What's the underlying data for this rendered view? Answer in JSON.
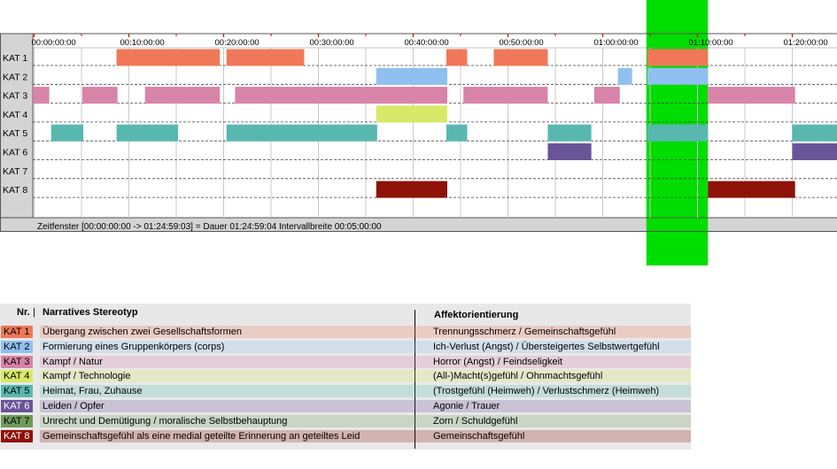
{
  "chart_data": {
    "type": "timeline",
    "x_unit": "minutes",
    "xlim": [
      0,
      85
    ],
    "x_ticks": [
      {
        "minute": 0,
        "label": "00:00:00:00"
      },
      {
        "minute": 10,
        "label": "00:10:00:00"
      },
      {
        "minute": 20,
        "label": "00:20:00:00"
      },
      {
        "minute": 30,
        "label": "00:30:00:00"
      },
      {
        "minute": 40,
        "label": "00:40:00:00"
      },
      {
        "minute": 50,
        "label": "00:50:00:00"
      },
      {
        "minute": 60,
        "label": "01:00:00:00"
      },
      {
        "minute": 70,
        "label": "01:10:00:00"
      },
      {
        "minute": 80,
        "label": "01:20:00:00"
      }
    ],
    "highlight": {
      "start": 64.6,
      "end": 71.1,
      "color": "#00dd00"
    },
    "categories": [
      {
        "label": "KAT 1",
        "color": "#f07858",
        "intervals": [
          [
            8.7,
            19.6
          ],
          [
            20.3,
            28.5
          ],
          [
            43.5,
            45.7
          ],
          [
            48.5,
            54.2
          ],
          [
            64.7,
            71.1
          ]
        ]
      },
      {
        "label": "KAT 2",
        "color": "#90c0f0",
        "intervals": [
          [
            36.1,
            43.6
          ],
          [
            61.6,
            63.1
          ],
          [
            64.7,
            71.1
          ]
        ]
      },
      {
        "label": "KAT 3",
        "color": "#d883a8",
        "intervals": [
          [
            -0.2,
            1.6
          ],
          [
            5.1,
            8.8
          ],
          [
            11.7,
            19.6
          ],
          [
            21.2,
            43.6
          ],
          [
            45.3,
            54.2
          ],
          [
            59.1,
            61.8
          ],
          [
            71.1,
            80.3
          ]
        ]
      },
      {
        "label": "KAT 4",
        "color": "#d8e868",
        "intervals": [
          [
            36.1,
            43.6
          ]
        ]
      },
      {
        "label": "KAT 5",
        "color": "#58b8b0",
        "intervals": [
          [
            1.8,
            5.2
          ],
          [
            8.7,
            15.2
          ],
          [
            20.3,
            36.2
          ],
          [
            43.5,
            45.7
          ],
          [
            54.2,
            58.8
          ],
          [
            64.7,
            71.1
          ],
          [
            80.0,
            85.0
          ]
        ]
      },
      {
        "label": "KAT 6",
        "color": "#6a5498",
        "intervals": [
          [
            54.2,
            58.8
          ],
          [
            80.0,
            85.0
          ]
        ]
      },
      {
        "label": "KAT 7",
        "color": "#6e9a5a",
        "intervals": []
      },
      {
        "label": "KAT 8",
        "color": "#8e1208",
        "intervals": [
          [
            36.1,
            43.6
          ],
          [
            71.1,
            80.3
          ]
        ]
      }
    ],
    "footer_text": "Zeitfenster [00:00:00:00 -> 01:24:59:03] = Dauer 01:24:59:04     Intervallbreite 00:05:00:00"
  },
  "legend": {
    "header_nr": "Nr.",
    "header_stereotype": "Narratives Stereotyp",
    "header_affect": "Affektorientierung",
    "rows": [
      {
        "nr": "KAT 1",
        "color": "#f07858",
        "text_color": "#000000",
        "stereotype": "Übergang zwischen zwei Gesellschaftsformen",
        "affect": "Trennungsschmerz / Gemeinschaftsgefühl"
      },
      {
        "nr": "KAT 2",
        "color": "#90c0f0",
        "text_color": "#000000",
        "stereotype": "Formierung eines Gruppenkörpers (corps)",
        "affect": "Ich-Verlust (Angst) / Übersteigertes Selbstwertgefühl"
      },
      {
        "nr": "KAT 3",
        "color": "#d883a8",
        "text_color": "#000000",
        "stereotype": "Kampf / Natur",
        "affect": "Horror (Angst) / Feindseligkeit"
      },
      {
        "nr": "KAT 4",
        "color": "#d8e868",
        "text_color": "#000000",
        "stereotype": "Kampf / Technologie",
        "affect": "(All-)Macht(s)gefühl / Ohnmachtsgefühl"
      },
      {
        "nr": "KAT 5",
        "color": "#58b8b0",
        "text_color": "#000000",
        "stereotype": "Heimat, Frau, Zuhause",
        "affect": "(Trostgefühl (Heimweh) / Verlustschmerz (Heimweh)"
      },
      {
        "nr": "KAT 6",
        "color": "#6a5498",
        "text_color": "#ffffff",
        "stereotype": "Leiden / Opfer",
        "affect": "Agonie / Trauer"
      },
      {
        "nr": "KAT 7",
        "color": "#6e9a5a",
        "text_color": "#000000",
        "stereotype": "Unrecht und Demütigung / moralische Selbstbehauptung",
        "affect": "Zorn / Schuldgefühl"
      },
      {
        "nr": "KAT 8",
        "color": "#8e1208",
        "text_color": "#ffffff",
        "stereotype": "Gemeinschaftsgefühl als eine medial geteilte Erinnerung an geteiltes Leid",
        "affect": "Gemeinschaftsgefühl"
      }
    ]
  }
}
